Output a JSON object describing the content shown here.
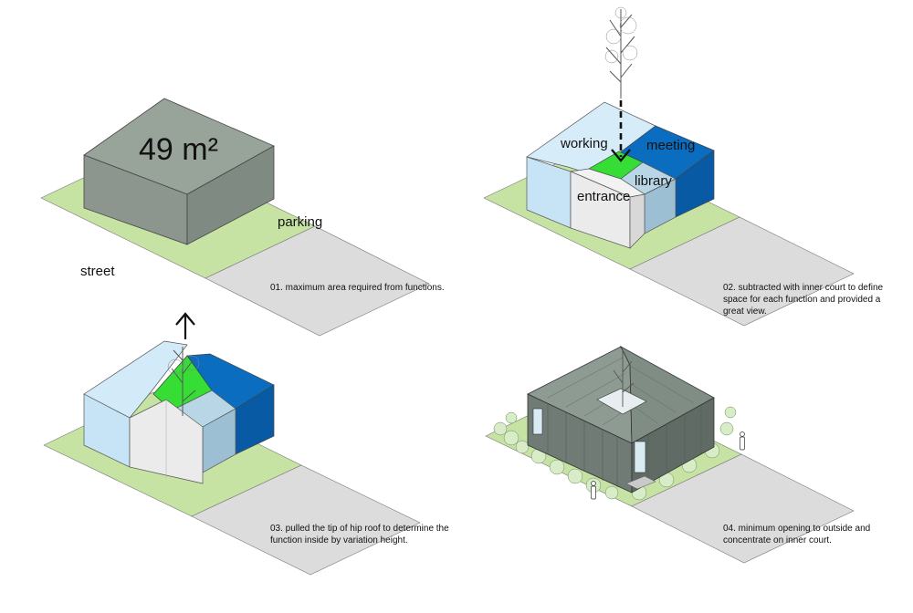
{
  "diagram": {
    "panels": [
      {
        "id": "step-1",
        "area_label": "49 m²",
        "labels": [
          "parking",
          "street"
        ],
        "caption": [
          "01. maximum area required from functions."
        ]
      },
      {
        "id": "step-2",
        "labels": [
          "working",
          "meeting",
          "library",
          "entrance"
        ],
        "caption": [
          "02. subtracted with inner court to define",
          "space for each function and provided a",
          "great view."
        ]
      },
      {
        "id": "step-3",
        "caption": [
          "03. pulled the tip of hip roof to determine the",
          "function inside by variation height."
        ]
      },
      {
        "id": "step-4",
        "caption": [
          "04. minimum opening to outside and",
          "concentrate on inner court."
        ]
      }
    ],
    "colors": {
      "grass": "#c6e3a4",
      "pavement": "#dcdcdc",
      "mass": "#9aa59c",
      "working": "#cfe8f7",
      "meeting": "#0a6cc0",
      "library": "#9fc2d6",
      "entrance": "#eaeaea",
      "court": "#33dd33",
      "cladding": "#7e8c84"
    }
  }
}
